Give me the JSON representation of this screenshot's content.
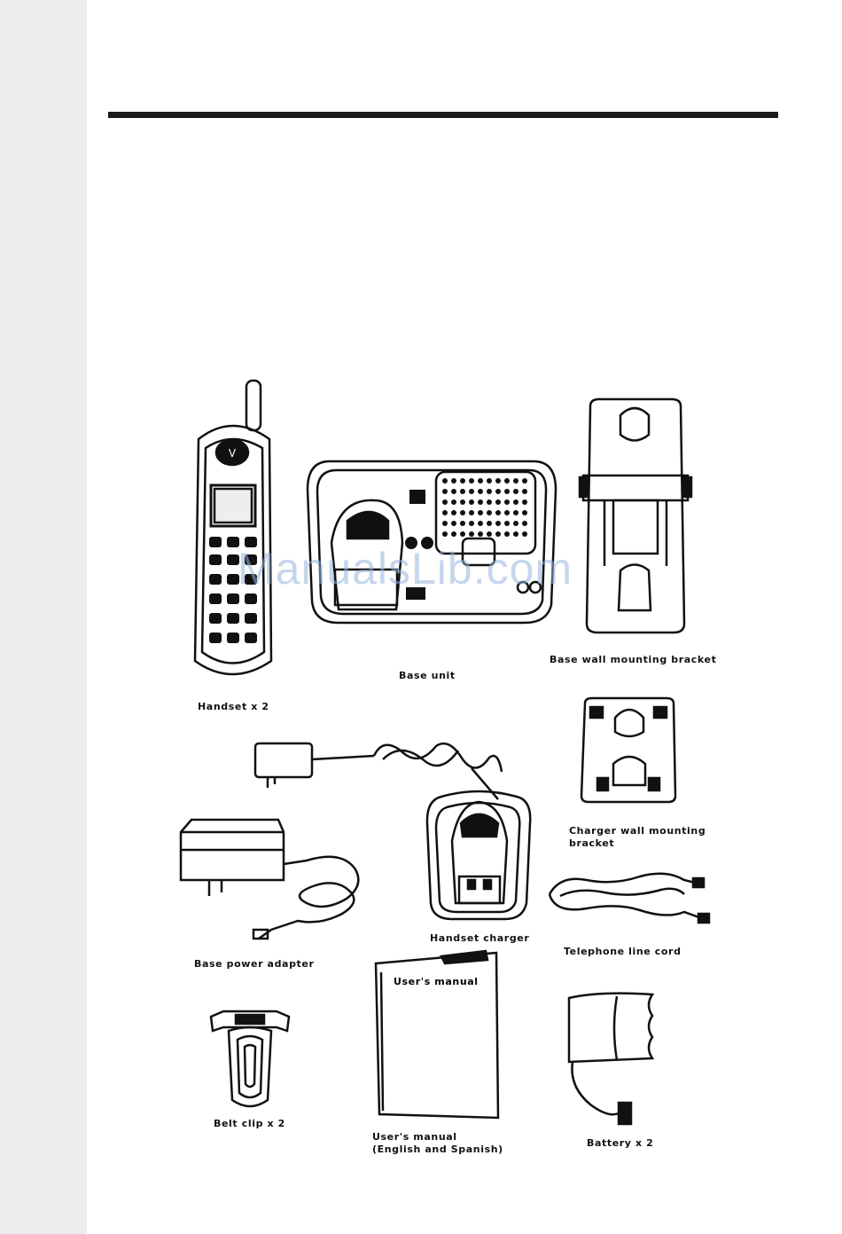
{
  "captions": {
    "handset": "Handset x 2",
    "base_unit": "Base unit",
    "base_bracket": "Base wall mounting bracket",
    "charger_bracket_line1": "Charger wall mounting",
    "charger_bracket_line2": "bracket",
    "handset_charger": "Handset charger",
    "base_adapter": "Base power adapter",
    "line_cord": "Telephone line cord",
    "belt_clip": "Belt clip x 2",
    "manual_line1": "User's manual",
    "manual_line2": "(English and Spanish)",
    "battery": "Battery x 2"
  },
  "manual_cover_title": "User's manual",
  "watermark": "ManualsLib.com"
}
